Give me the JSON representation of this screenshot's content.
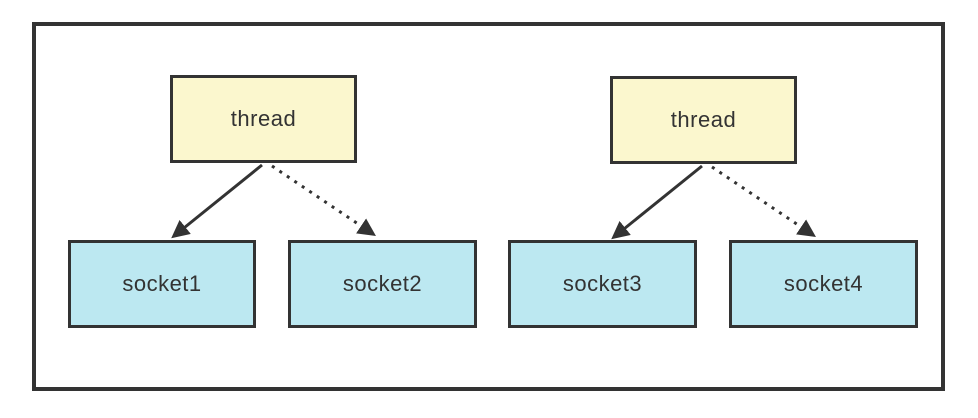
{
  "diagram": {
    "nodes": {
      "thread1": {
        "label": "thread",
        "type": "thread"
      },
      "thread2": {
        "label": "thread",
        "type": "thread"
      },
      "socket1": {
        "label": "socket1",
        "type": "socket"
      },
      "socket2": {
        "label": "socket2",
        "type": "socket"
      },
      "socket3": {
        "label": "socket3",
        "type": "socket"
      },
      "socket4": {
        "label": "socket4",
        "type": "socket"
      }
    },
    "edges": [
      {
        "from": "thread1",
        "to": "socket1",
        "style": "solid",
        "arrowhead": "filled"
      },
      {
        "from": "thread1",
        "to": "socket2",
        "style": "dotted",
        "arrowhead": "filled"
      },
      {
        "from": "thread2",
        "to": "socket3",
        "style": "solid",
        "arrowhead": "filled"
      },
      {
        "from": "thread2",
        "to": "socket4",
        "style": "dotted",
        "arrowhead": "filled"
      }
    ],
    "colors": {
      "thread_fill": "#FBF7CE",
      "socket_fill": "#BCE8F1",
      "line": "#333333",
      "text": "#333333",
      "background": "#FFFFFF"
    }
  }
}
